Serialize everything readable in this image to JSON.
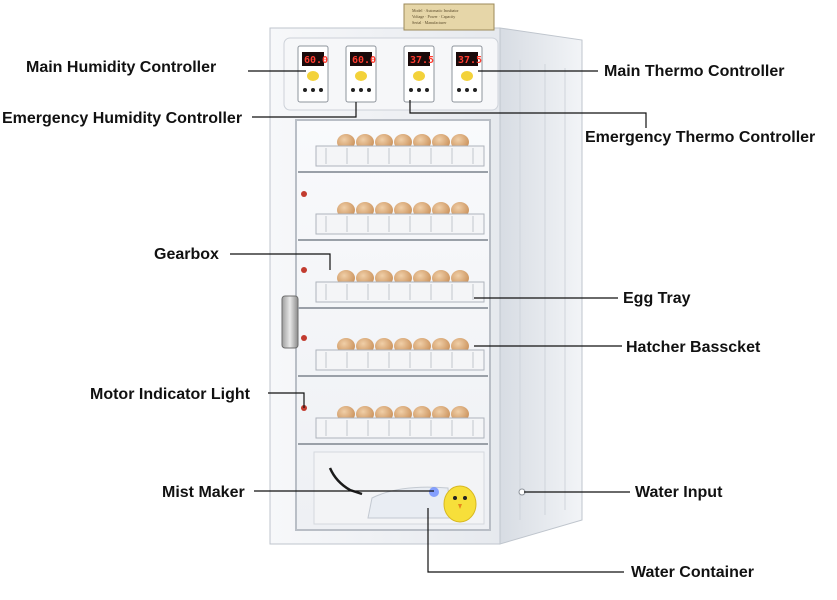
{
  "labels": {
    "main_humidity": "Main Humidity Controller",
    "emergency_humidity": "Emergency Humidity Controller",
    "main_thermo": "Main Thermo Controller",
    "emergency_thermo": "Emergency Thermo Controller",
    "gearbox": "Gearbox",
    "egg_tray": "Egg Tray",
    "hatcher_basket": "Hatcher Basscket",
    "motor_indicator": "Motor Indicator Light",
    "mist_maker": "Mist Maker",
    "water_input": "Water Input",
    "water_container": "Water Container"
  },
  "displays": {
    "main_humidity": "60.0",
    "emergency_humidity": "60.0",
    "emergency_thermo": "37.5",
    "main_thermo": "37.5"
  },
  "colors": {
    "cabinet": "#eef1f5",
    "cabinet_shadow": "#c9ced6",
    "display_red": "#ff3b2f",
    "egg": "#d9a877",
    "leader_line": "#111111"
  }
}
